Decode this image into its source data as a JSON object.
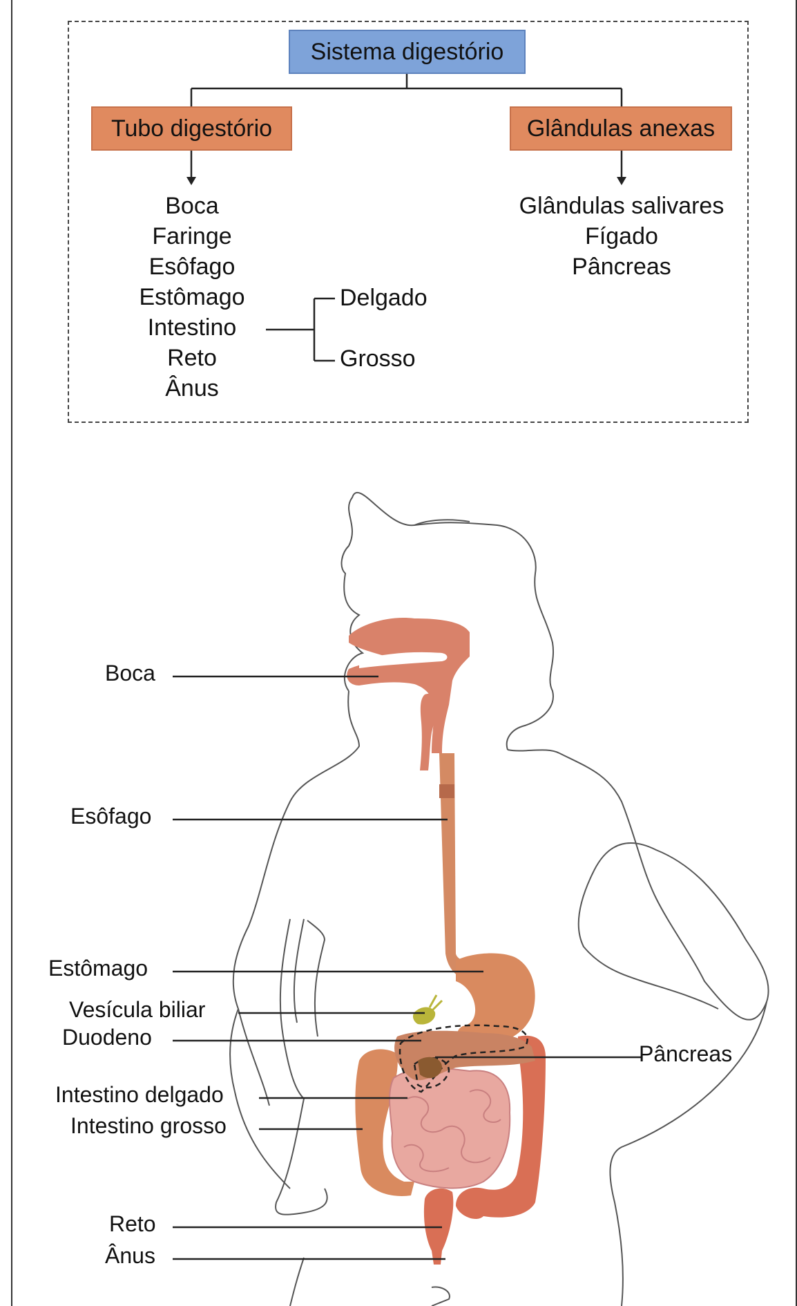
{
  "scheme": {
    "root": "Sistema digestório",
    "left_branch": {
      "title": "Tubo digestório",
      "items": [
        "Boca",
        "Faringe",
        "Esôfago",
        "Estômago",
        "Intestino",
        "Reto",
        "Ânus"
      ],
      "intestine_parts": [
        "Delgado",
        "Grosso"
      ]
    },
    "right_branch": {
      "title": "Glândulas anexas",
      "items": [
        "Glândulas salivares",
        "Fígado",
        "Pâncreas"
      ]
    }
  },
  "anatomy": {
    "labels": {
      "boca": "Boca",
      "esofago": "Esôfago",
      "estomago": "Estômago",
      "vesicula": "Vesícula biliar",
      "duodeno": "Duodeno",
      "delgado": "Intestino delgado",
      "grosso": "Intestino grosso",
      "reto": "Reto",
      "anus": "Ânus",
      "pancreas": "Pâncreas"
    }
  },
  "colors": {
    "root_box": "#7ea3d9",
    "branch_box": "#e08a5f",
    "organ": "#d9826a",
    "stomach": "#d98a5f",
    "small_intestine": "#e8a8a0",
    "large_intestine": "#d96f55",
    "gallbladder": "#b9b53a"
  }
}
